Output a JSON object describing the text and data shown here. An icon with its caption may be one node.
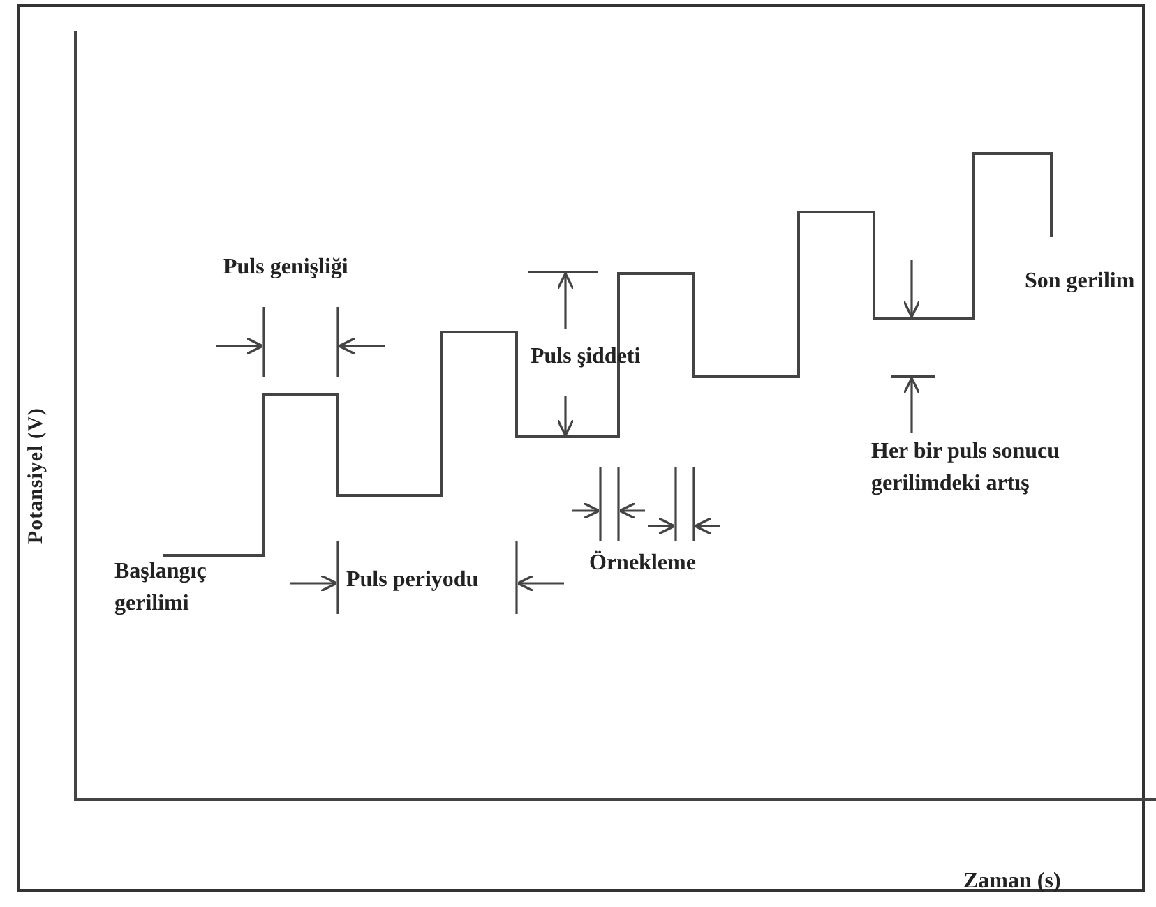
{
  "diagram": {
    "labels": [
      "Potansiyel (V)",
      "Puls genişliği",
      "Puls şiddeti",
      "Son gerilim",
      "Başlangıç gerilimi",
      "Puls periyodu",
      "Örnekleme",
      "Her bir puls sonucu gerilimdeki artış",
      "Zaman (s)"
    ]
  }
}
